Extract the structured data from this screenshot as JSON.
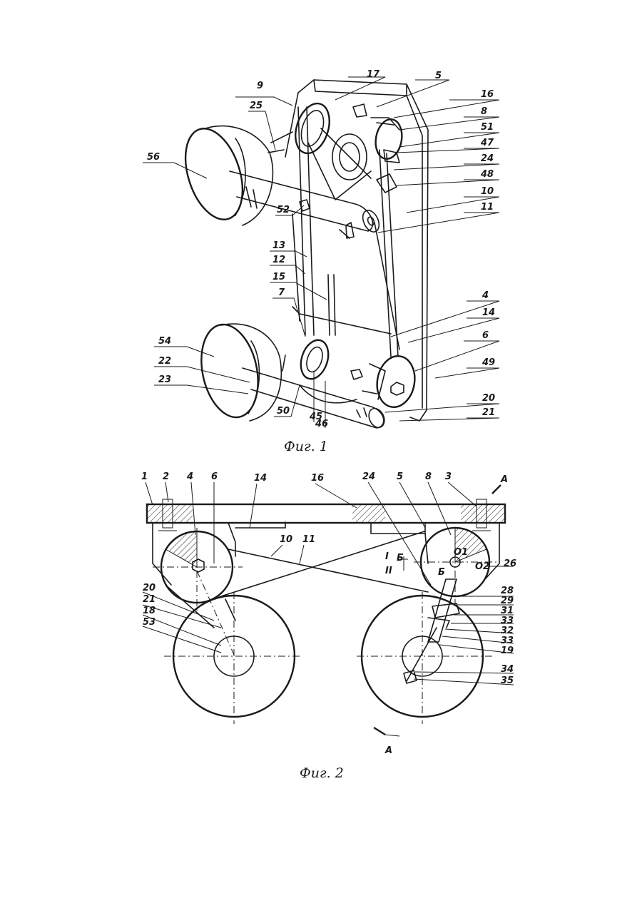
{
  "figures": [
    {
      "caption": "Фиг. 1",
      "labels": [
        "9",
        "17",
        "5",
        "16",
        "8",
        "51",
        "47",
        "24",
        "48",
        "10",
        "11",
        "25",
        "56",
        "52",
        "13",
        "12",
        "15",
        "7",
        "4",
        "14",
        "6",
        "49",
        "54",
        "22",
        "23",
        "50",
        "45",
        "46",
        "20",
        "21"
      ]
    },
    {
      "caption": "Фиг. 2",
      "labels": [
        "1",
        "2",
        "4",
        "6",
        "14",
        "16",
        "24",
        "5",
        "8",
        "3",
        "A",
        "10",
        "11",
        "I",
        "II",
        "Б",
        "Б",
        "O1",
        "O2",
        "26",
        "20",
        "21",
        "18",
        "53",
        "28",
        "29",
        "31",
        "33",
        "32",
        "33",
        "19",
        "34",
        "35",
        "A"
      ]
    }
  ]
}
